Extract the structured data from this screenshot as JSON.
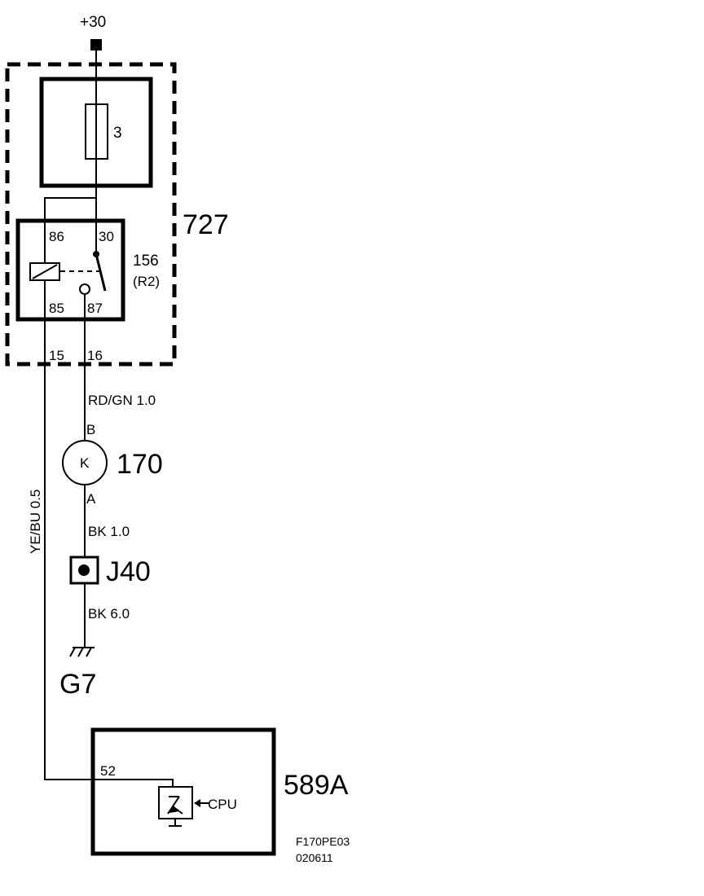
{
  "supply": {
    "label": "+30"
  },
  "fuse_box": {
    "id": "727",
    "fuse_number": "3",
    "pin_left": "15",
    "pin_right": "16"
  },
  "relay": {
    "id": "156",
    "sub": "(R2)",
    "pins": {
      "coil_top": "86",
      "switch_top": "30",
      "coil_bottom": "85",
      "switch_bottom": "87"
    }
  },
  "wires": {
    "relay_to_motor": "RD/GN 1.0",
    "motor_to_junction": "BK 1.0",
    "junction_to_ground": "BK 6.0",
    "relay_to_ecu": "YE/BU 0.5"
  },
  "motor": {
    "id": "170",
    "symbol": "K",
    "pin_top": "B",
    "pin_bottom": "A"
  },
  "junction": {
    "id": "J40"
  },
  "ground": {
    "id": "G7"
  },
  "ecu": {
    "id": "589A",
    "pin": "52",
    "cpu_label": "CPU"
  },
  "footer": {
    "code": "F170PE03",
    "date": "020611"
  }
}
